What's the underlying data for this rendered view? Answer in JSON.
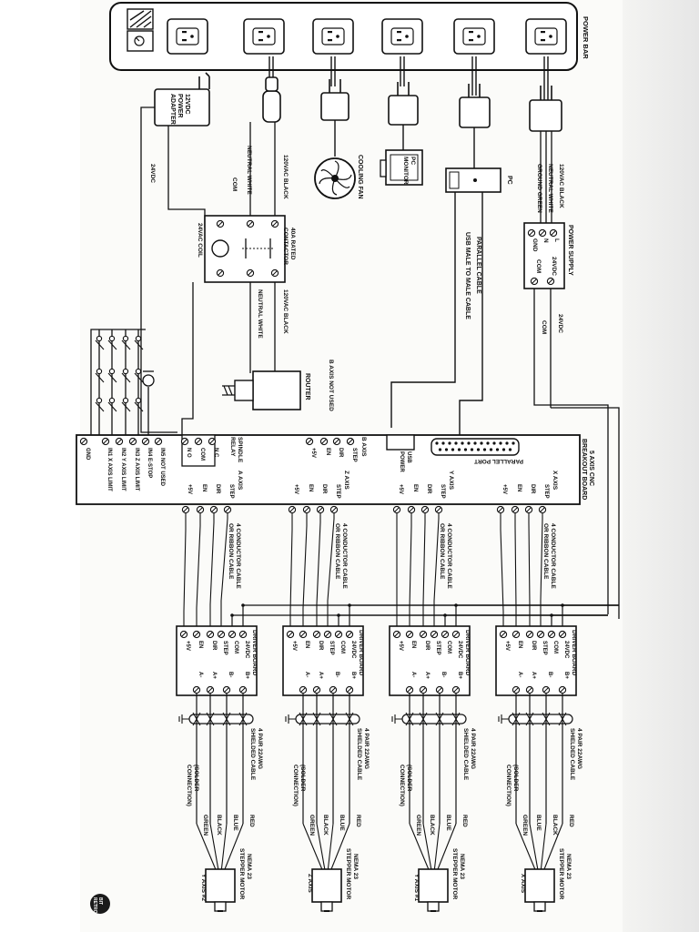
{
  "power_bar": {
    "title": "POWER BAR"
  },
  "plugs": {
    "adapter": [
      "12VDC",
      "POWER",
      "ADAPTER"
    ],
    "fan": "COOLING FAN",
    "monitor": [
      "PC",
      "MONITOR"
    ],
    "pc": "PC"
  },
  "power_supply": {
    "title": "POWER SUPPLY",
    "terminals": [
      "L",
      "N",
      "GND"
    ],
    "outputs": [
      "24VDC",
      "COM"
    ],
    "wires": [
      "120VAC BLACK",
      "NEUTRAL WHITE",
      "GROUND GREEN"
    ],
    "out_wires": [
      "24VDC",
      "COM"
    ]
  },
  "contactor": {
    "title": [
      "40A RATED",
      "CONTACTOR"
    ],
    "coil": "24VAC COIL",
    "wires_in": [
      "120VAC BLACK",
      "NEUTRAL WHITE"
    ],
    "wires_out": [
      "120VAC BLACK",
      "NEUTRAL WHITE"
    ]
  },
  "adapter_wires": [
    "24VDC",
    "COM"
  ],
  "router": "ROUTER",
  "cables": {
    "parallel": "PARALLEL CABLE",
    "usb": "USB MALE TO MALE CABLE",
    "b_axis_note": "B AXIS NOT USED",
    "conductor": [
      "4 CONDUCTOR CABLE",
      "OR RIBBON CABLE"
    ],
    "shielded": [
      "4 PAIR 22AWG",
      "SHIELDED CABLE"
    ],
    "solder": [
      "(SOLDER",
      "CONNECTION)"
    ]
  },
  "breakout_board": {
    "title": [
      "5 AXIS CNC",
      "BREAKOUT BOARD"
    ],
    "parallel_port": "PARALLEL PORT",
    "usb_power": [
      "USB",
      "POWER"
    ],
    "spindle_relay": [
      "SPINDLE",
      "RELAY"
    ],
    "relay_terminals": [
      "N C",
      "COM",
      "N O"
    ],
    "b_axis": {
      "label": "B AXIS",
      "pins": [
        "STEP",
        "DIR",
        "EN",
        "+5V"
      ]
    },
    "axes": [
      {
        "label": "X AXIS",
        "pins": [
          "STEP",
          "DIR",
          "EN",
          "+5V"
        ]
      },
      {
        "label": "Y AXIS",
        "pins": [
          "STEP",
          "DIR",
          "EN",
          "+5V"
        ]
      },
      {
        "label": "Z AXIS",
        "pins": [
          "STEP",
          "DIR",
          "EN",
          "+5V"
        ]
      },
      {
        "label": "A AXIS",
        "pins": [
          "STEP",
          "DIR",
          "EN",
          "+5V"
        ]
      }
    ],
    "inputs": [
      "IN5 NOT USED",
      "IN4 E-STOP",
      "IN3 Z AXIS LIMIT",
      "IN2 Y AXIS LIMIT",
      "IN1 X AXIS LIMIT",
      "GND"
    ]
  },
  "driver_board": {
    "title": "DRIVER BOARD",
    "left_pins": [
      "24VDC",
      "COM",
      "STEP",
      "DIR",
      "EN",
      "+5V"
    ],
    "right_pins": [
      "B+",
      "B-",
      "A+",
      "A-"
    ]
  },
  "wire_colors": [
    "RED",
    "BLUE",
    "BLACK",
    "GREEN"
  ],
  "motors": [
    {
      "title": [
        "NEMA 23",
        "STEPPER MOTOR"
      ],
      "axis": "X AXIS",
      "wires": [
        "RED",
        "BLACK",
        "BLUE",
        "GREEN"
      ]
    },
    {
      "title": [
        "NEMA 23",
        "STEPPER MOTOR"
      ],
      "axis": "Y AXIS #1",
      "wires": [
        "RED",
        "BLUE",
        "BLACK",
        "GREEN"
      ]
    },
    {
      "title": [
        "NEMA 23",
        "STEPPER MOTOR"
      ],
      "axis": "Z AXIS",
      "wires": [
        "RED",
        "BLUE",
        "BLACK",
        "GREEN"
      ]
    },
    {
      "title": [
        "NEMA 23",
        "STEPPER MOTOR"
      ],
      "axis": "Y AXIS #2",
      "wires": [
        "RED",
        "BLUE",
        "BLACK",
        "GREEN"
      ]
    }
  ],
  "page_badge": [
    "BIT",
    "RETRO"
  ]
}
